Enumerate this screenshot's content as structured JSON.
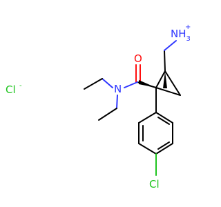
{
  "labels": {
    "ammonium_main": "NH",
    "ammonium_sub": "3",
    "ammonium_charge": "+",
    "oxygen": "O",
    "nitrogen": "N",
    "chloride_ion": "Cl",
    "chloride_charge": "-",
    "aryl_chlorine": "Cl"
  },
  "colors": {
    "bond": "#000000",
    "nitrogen": "#2f37ff",
    "oxygen": "#ff0d0d",
    "chlorine": "#1ec41e"
  }
}
